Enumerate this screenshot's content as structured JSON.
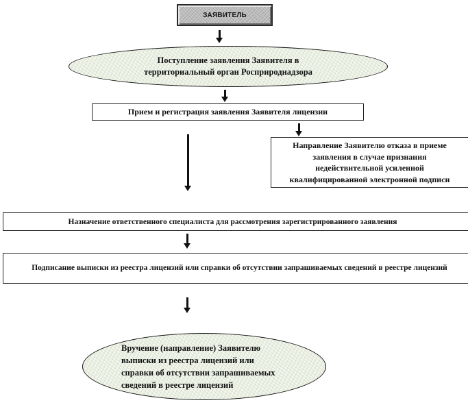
{
  "diagram": {
    "applicant": {
      "label": "ЗАЯВИТЕЛЬ"
    },
    "steps": {
      "receipt": {
        "shape": "ellipse",
        "lines": [
          "Поступление заявления Заявителя  в",
          "территориальный орган Росприроднадзора"
        ]
      },
      "registration": {
        "shape": "rectangle",
        "text": "Прием и регистрация заявления Заявителя лицензии"
      },
      "refusal": {
        "shape": "rectangle",
        "lines": [
          "Направление Заявителю отказа в приеме",
          "заявления в случае признания",
          "недействительной усиленной",
          "квалифицированной электронной подписи"
        ]
      },
      "assignment": {
        "shape": "rectangle",
        "text": "Назначение ответственного специалиста для рассмотрения зарегистрированного заявления"
      },
      "signing": {
        "shape": "rectangle",
        "text": "Подписание выписки из реестра лицензий или справки об отсутствии запрашиваемых сведений в реестре лицензий"
      },
      "delivery": {
        "shape": "ellipse",
        "lines": [
          "Вручение (направление) Заявителю",
          "выписки из реестра лицензий или",
          "справки об отсутствии запрашиваемых",
          "сведений в реестре лицензий"
        ]
      }
    },
    "edges": [
      {
        "from": "applicant",
        "to": "receipt"
      },
      {
        "from": "receipt",
        "to": "registration"
      },
      {
        "from": "registration",
        "to": "refusal"
      },
      {
        "from": "registration",
        "to": "assignment"
      },
      {
        "from": "assignment",
        "to": "signing"
      },
      {
        "from": "signing",
        "to": "delivery"
      }
    ],
    "colors": {
      "applicant_fill": "#b8b8b8",
      "ellipse_fill": "#f3f5ec",
      "stroke": "#111111"
    }
  }
}
